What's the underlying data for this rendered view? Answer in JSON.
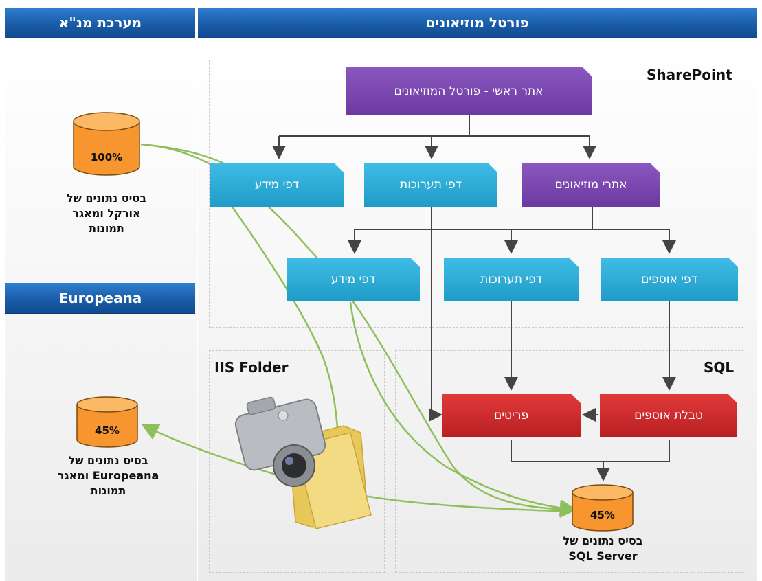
{
  "headers": {
    "system": "מערכת מנ\"א",
    "portal": "פורטל מוזיאונים",
    "europeana": "Europeana"
  },
  "regions": {
    "sharepoint": "SharePoint",
    "iis": "IIS Folder",
    "sql": "SQL"
  },
  "boxes": {
    "main_site": "אתר ראשי - פורטל המוזיאונים",
    "info_pages_1": "דפי מידע",
    "exhibitions_pages_1": "דפי תערוכות",
    "museum_sites": "אתרי מוזיאונים",
    "info_pages_2": "דפי מידע",
    "exhibitions_pages_2": "דפי תערוכות",
    "collections_pages": "דפי אוספים",
    "items": "פריטים",
    "collections_table": "טבלת אוספים"
  },
  "databases": {
    "oracle": {
      "percent": "100%",
      "line1": "בסיס נתונים של",
      "line2": "אורקל ומאגר",
      "line3": "תמונות"
    },
    "europeana": {
      "percent": "45%",
      "line1": "בסיס נתונים של",
      "line2": "Europeana ומאגר",
      "line3": "תמונות"
    },
    "sqlserver": {
      "percent": "45%",
      "line1": "בסיס נתונים של",
      "line2": "SQL Server"
    }
  },
  "colors": {
    "header_blue": "#1a5ca8",
    "purple": "#7a47b0",
    "cyan": "#2aaed8",
    "red": "#c9282b",
    "cylinder": "#f7952f",
    "green_arrow": "#8fbf5a"
  }
}
